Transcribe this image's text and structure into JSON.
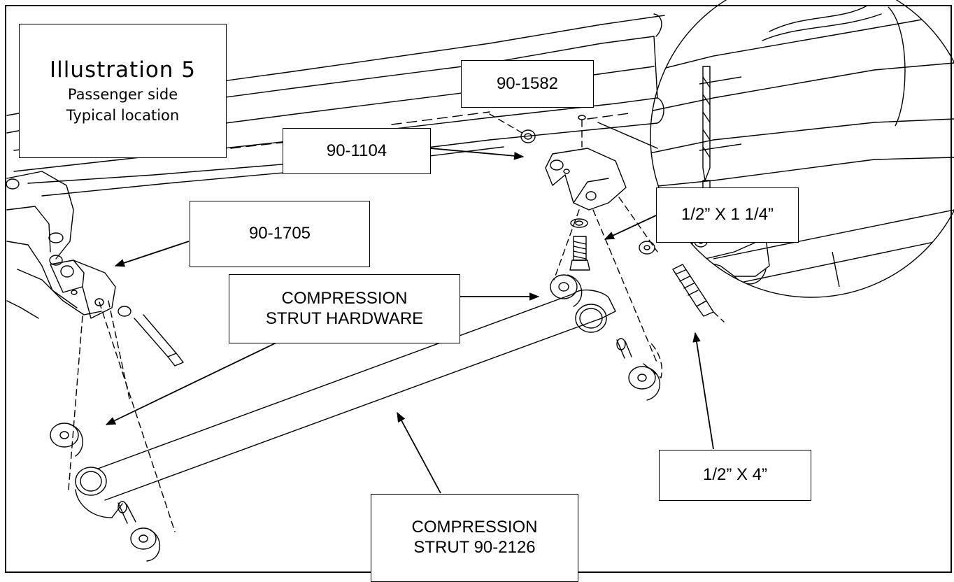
{
  "illustration": {
    "title": "Illustration 5",
    "subtitle_1": "Passenger side",
    "subtitle_2": "Typical location"
  },
  "callouts": {
    "part_1582": "90-1582",
    "part_1104": "90-1104",
    "part_1705": "90-1705",
    "bolt_short": "1/2” X 1 1/4”",
    "bolt_long": "1/2” X 4”",
    "hardware_line1": "COMPRESSION",
    "hardware_line2": "STRUT HARDWARE",
    "strut_line1": "COMPRESSION",
    "strut_line2": "STRUT 90-2126"
  }
}
